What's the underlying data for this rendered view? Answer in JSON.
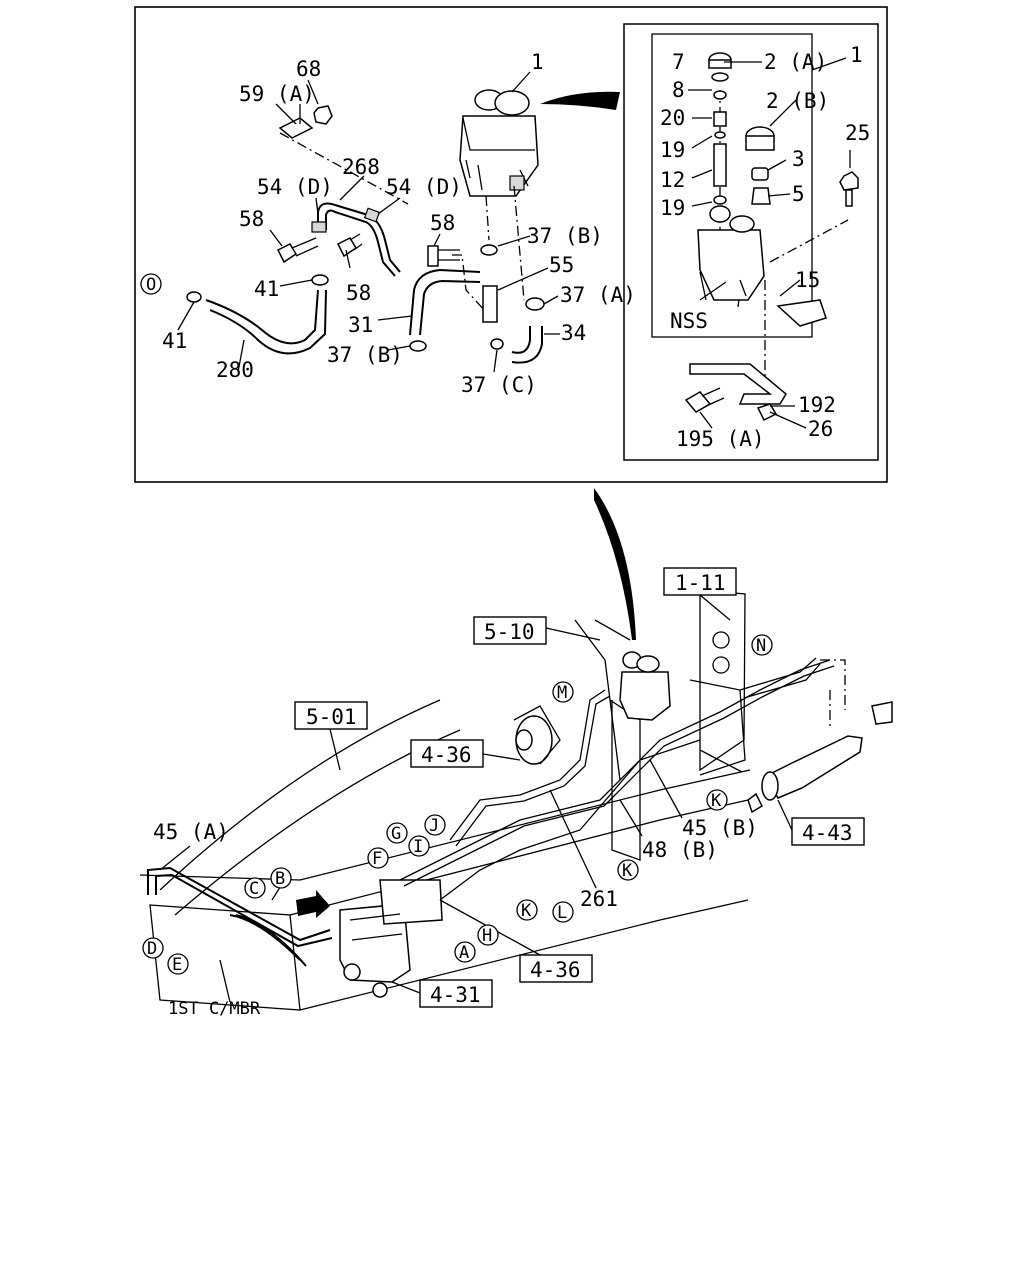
{
  "detail": {
    "labels": [
      "1",
      "68",
      "59 (A)",
      "268",
      "54 (D)",
      "54 (D)",
      "58",
      "58",
      "58",
      "41",
      "41",
      "O",
      "280",
      "31",
      "37 (B)",
      "37 (B)",
      "55",
      "37 (A)",
      "34",
      "37 (C)"
    ],
    "inset": {
      "labels": [
        "7",
        "2 (A)",
        "1",
        "8",
        "2 (B)",
        "20",
        "19",
        "3",
        "12",
        "19",
        "5",
        "25",
        "15",
        "NSS",
        "192",
        "26",
        "195 (A)"
      ]
    }
  },
  "assembly": {
    "refs": [
      "1-11",
      "5-10",
      "5-01",
      "4-36",
      "4-36",
      "4-43",
      "4-31"
    ],
    "labels": [
      "45 (A)",
      "45 (B)",
      "48 (B)",
      "261",
      "1ST C/MBR"
    ],
    "circled": [
      "N",
      "M",
      "K",
      "K",
      "K",
      "J",
      "I",
      "G",
      "F",
      "C",
      "B",
      "D",
      "E",
      "A",
      "H",
      "L"
    ]
  }
}
